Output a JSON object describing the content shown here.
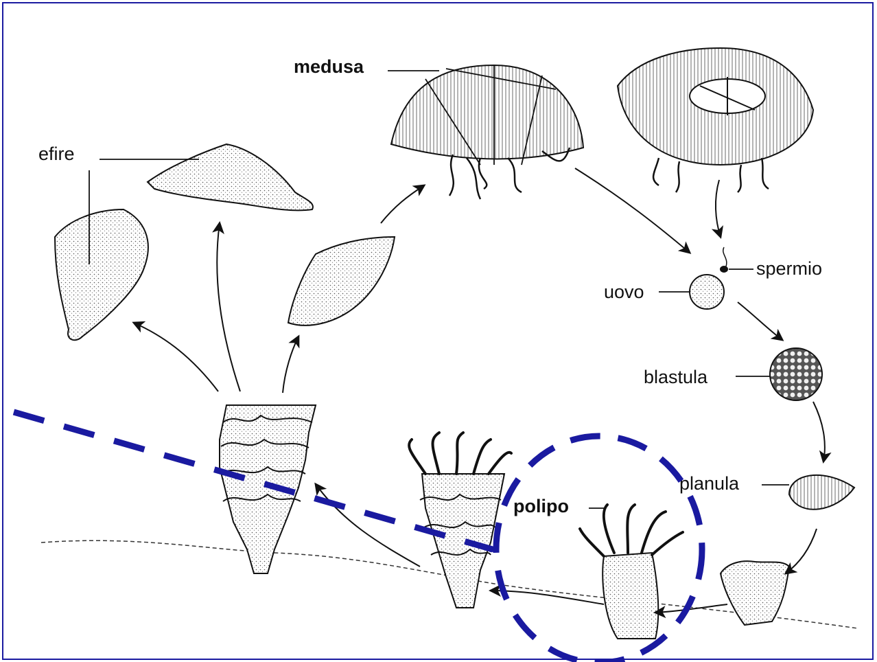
{
  "labels": {
    "medusa": "medusa",
    "efire": "efire",
    "spermio": "spermio",
    "uovo": "uovo",
    "blastula": "blastula",
    "planula": "planula",
    "polipo": "polipo"
  },
  "colors": {
    "highlight": "#1a1aa0",
    "ink": "#111111",
    "stipple": "#dddddd"
  }
}
